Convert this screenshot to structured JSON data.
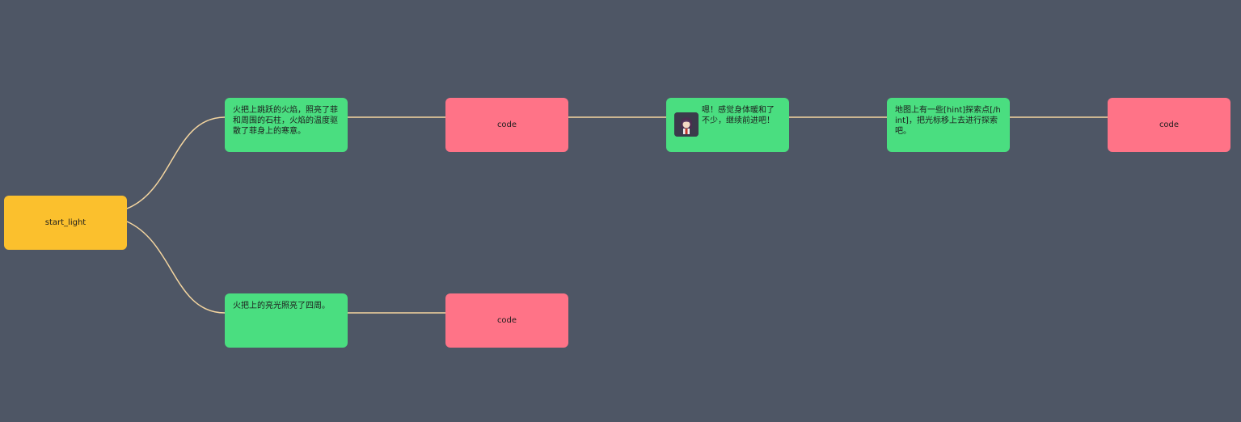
{
  "edge_color": "#f5d6a0",
  "nodes": {
    "start": {
      "label": "start_light",
      "color": "#fbc02d"
    },
    "text1": {
      "text": "火把上跳跃的火焰，照亮了菲和周围的石柱，火焰的温度驱散了菲身上的寒意。",
      "color": "#4ade80"
    },
    "code1": {
      "label": "code",
      "color": "#ff7387"
    },
    "text2": {
      "text": "嗯！感觉身体暖和了不少，继续前进吧！",
      "avatar": "character-portrait",
      "color": "#4ade80"
    },
    "text3": {
      "text": "地图上有一些[hint]探索点[/hint]，把光标移上去进行探索吧。",
      "color": "#4ade80"
    },
    "code2": {
      "label": "code",
      "color": "#ff7387"
    },
    "text4": {
      "text": "火把上的亮光照亮了四周。",
      "color": "#4ade80"
    },
    "code3": {
      "label": "code",
      "color": "#ff7387"
    }
  }
}
